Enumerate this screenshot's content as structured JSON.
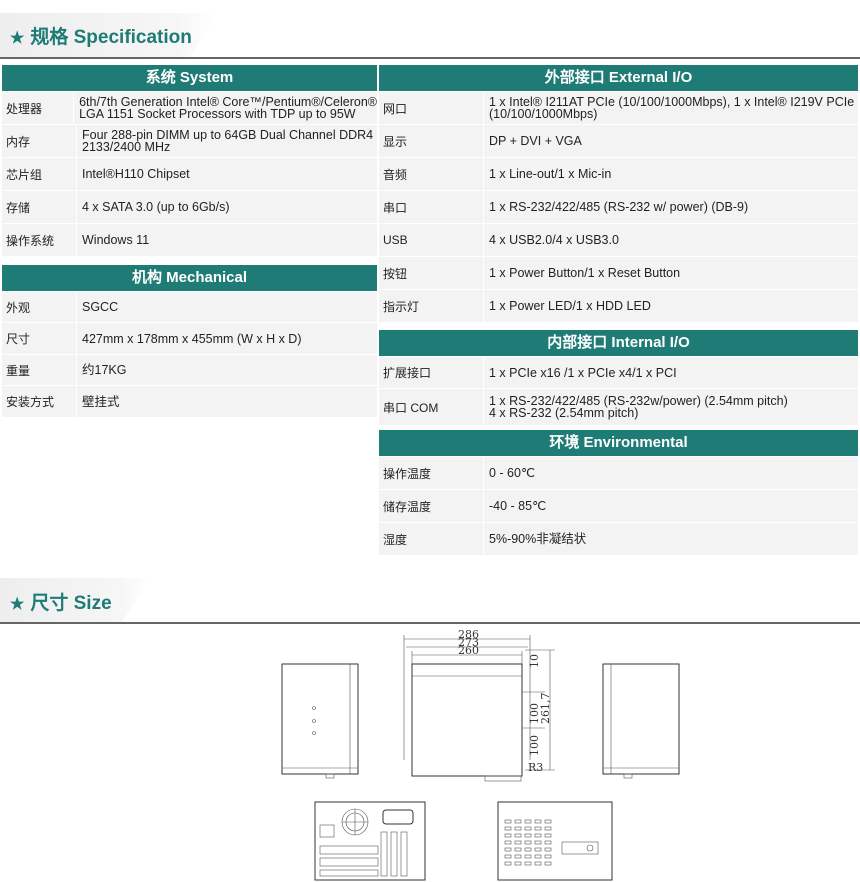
{
  "spec_section": {
    "star": "★",
    "title": "规格 Specification"
  },
  "size_section": {
    "star": "★",
    "title": "尺寸 Size"
  },
  "system": {
    "title": "系统  System",
    "rows": [
      {
        "label": "处理器",
        "value": [
          "6th/7th Generation Intel® Core™/Pentium®/Celeron®",
          "LGA 1151 Socket Processors with TDP up to 95W"
        ]
      },
      {
        "label": "内存",
        "value": [
          "Four 288-pin DIMM up to 64GB Dual Channel DDR4",
          "2133/2400 MHz"
        ]
      },
      {
        "label": "芯片组",
        "value": [
          "Intel®H110 Chipset"
        ]
      },
      {
        "label": "存储",
        "value": [
          "4 x SATA 3.0 (up to 6Gb/s)"
        ]
      },
      {
        "label": "操作系统",
        "value": [
          "Windows 11"
        ]
      }
    ]
  },
  "mechanical": {
    "title": "机构  Mechanical",
    "rows": [
      {
        "label": "外观",
        "value": [
          "SGCC"
        ]
      },
      {
        "label": "尺寸",
        "value": [
          "427mm x 178mm x 455mm   (W x H x D)"
        ]
      },
      {
        "label": "重量",
        "value": [
          "约17KG"
        ]
      },
      {
        "label": "安装方式",
        "value": [
          "壁挂式"
        ]
      }
    ]
  },
  "external_io": {
    "title": "外部接口  External I/O",
    "rows": [
      {
        "label": "网口",
        "value": [
          "1 x Intel® I211AT PCIe (10/100/1000Mbps), 1 x Intel® I219V PCIe",
          "(10/100/1000Mbps)"
        ]
      },
      {
        "label": "显示",
        "value": [
          "DP + DVI + VGA"
        ]
      },
      {
        "label": "音频",
        "value": [
          "1 x Line-out/1 x Mic-in"
        ]
      },
      {
        "label": "串口",
        "value": [
          "1 x RS-232/422/485 (RS-232 w/ power) (DB-9)"
        ]
      },
      {
        "label": "USB",
        "value": [
          "4 x USB2.0/4 x USB3.0"
        ]
      },
      {
        "label": "按钮",
        "value": [
          "1 x Power Button/1 x Reset Button"
        ]
      },
      {
        "label": "指示灯",
        "value": [
          "1 x Power LED/1 x HDD LED"
        ]
      }
    ]
  },
  "internal_io": {
    "title": "内部接口  Internal I/O",
    "rows": [
      {
        "label": "扩展接口",
        "value": [
          "1 x PCIe x16 /1 x PCIe x4/1 x PCI"
        ]
      },
      {
        "label": "串口 COM",
        "value": [
          "1 x RS-232/422/485 (RS-232w/power) (2.54mm pitch)",
          "4 x RS-232 (2.54mm pitch)"
        ]
      }
    ]
  },
  "environmental": {
    "title": "环境 Environmental",
    "rows": [
      {
        "label": "操作温度",
        "value": [
          "0 - 60℃"
        ]
      },
      {
        "label": "储存温度",
        "value": [
          "-40 - 85℃"
        ]
      },
      {
        "label": "湿度",
        "value": [
          "5%-90%非凝结状"
        ]
      }
    ]
  },
  "drawing": {
    "dims_top": [
      "286",
      "273",
      "260"
    ],
    "dim_side_10": "10",
    "dim_side_2617": "261,7",
    "dim_side_100a": "100",
    "dim_side_100b": "100",
    "dim_r3": "R3"
  }
}
